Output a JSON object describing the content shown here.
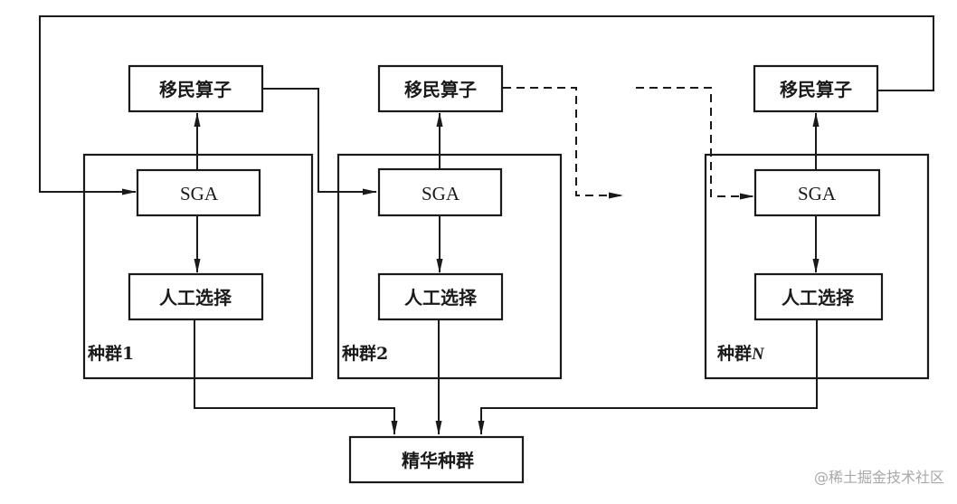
{
  "diagram": {
    "type": "flowchart",
    "title": "",
    "populations": [
      {
        "label": "种群1",
        "migration": "移民算子",
        "sga": "SGA",
        "selection": "人工选择"
      },
      {
        "label": "种群2",
        "migration": "移民算子",
        "sga": "SGA",
        "selection": "人工选择"
      },
      {
        "label_prefix": "种群",
        "label_suffix": "N",
        "migration": "移民算子",
        "sga": "SGA",
        "selection": "人工选择"
      }
    ],
    "elite": "精华种群",
    "edges": [
      {
        "from": "种群1.SGA",
        "to": "种群1.移民算子",
        "style": "solid"
      },
      {
        "from": "种群1.SGA",
        "to": "种群1.人工选择",
        "style": "solid"
      },
      {
        "from": "种群1.移民算子",
        "to": "种群2.SGA",
        "style": "solid"
      },
      {
        "from": "种群2.SGA",
        "to": "种群2.移民算子",
        "style": "solid"
      },
      {
        "from": "种群2.SGA",
        "to": "种群2.人工选择",
        "style": "solid"
      },
      {
        "from": "种群2.移民算子",
        "to": "…",
        "style": "dashed"
      },
      {
        "from": "…",
        "to": "种群N.SGA",
        "style": "dashed"
      },
      {
        "from": "种群N.SGA",
        "to": "种群N.移民算子",
        "style": "solid"
      },
      {
        "from": "种群N.SGA",
        "to": "种群N.人工选择",
        "style": "solid"
      },
      {
        "from": "种群N.移民算子",
        "to": "种群1.SGA",
        "style": "solid"
      },
      {
        "from": "种群1.人工选择",
        "to": "精华种群",
        "style": "solid"
      },
      {
        "from": "种群2.人工选择",
        "to": "精华种群",
        "style": "solid"
      },
      {
        "from": "种群N.人工选择",
        "to": "精华种群",
        "style": "solid"
      }
    ]
  },
  "watermark": "@稀土掘金技术社区"
}
